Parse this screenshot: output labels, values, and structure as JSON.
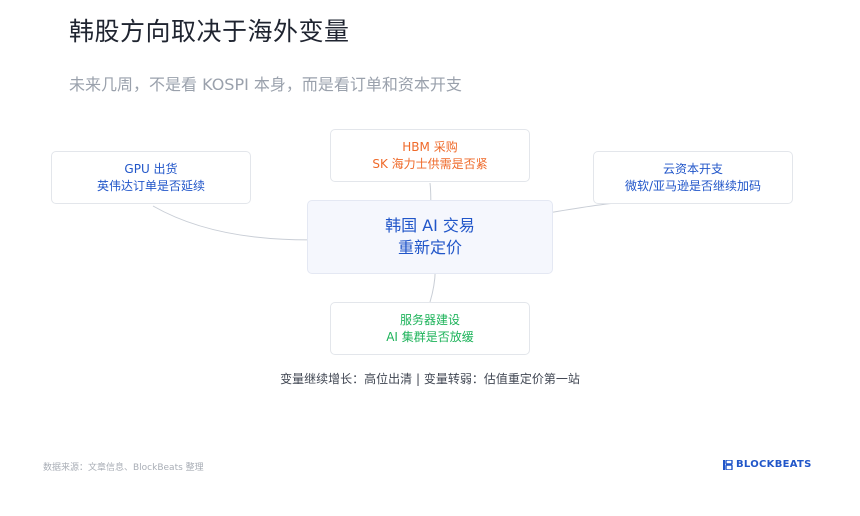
{
  "title": "韩股方向取决于海外变量",
  "subtitle": "未来几周，不是看 KOSPI 本身，而是看订单和资本开支",
  "nodes": {
    "gpu": {
      "line1": "GPU 出货",
      "line2": "英伟达订单是否延续"
    },
    "hbm": {
      "line1": "HBM 采购",
      "line2": "SK 海力士供需是否紧"
    },
    "capex": {
      "line1": "云资本开支",
      "line2": "微软/亚马逊是否继续加码"
    },
    "server": {
      "line1": "服务器建设",
      "line2": "AI 集群是否放缓"
    }
  },
  "center": {
    "line1": "韩国 AI 交易",
    "line2": "重新定价"
  },
  "conclusion": "变量继续增长：高位出清 | 变量转弱：估值重定价第一站",
  "source": "数据来源：文章信息、BlockBeats 整理",
  "brand": {
    "name": "BLOCKBEATS",
    "icon": "blockbeats-logo-icon"
  },
  "colors": {
    "blue": "#2156c9",
    "orange": "#ef6a2a",
    "green": "#1db35a",
    "title": "#1f2430",
    "subtitle": "#9aa1ac",
    "connector": "#c9ced6"
  }
}
